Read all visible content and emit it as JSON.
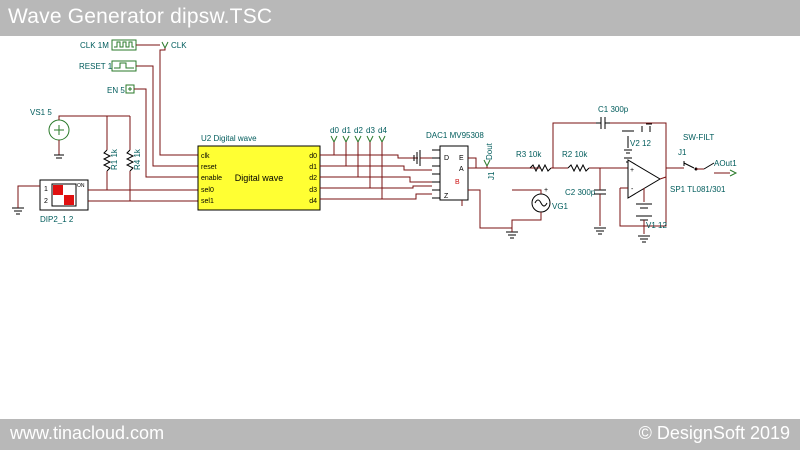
{
  "title": "Wave Generator dipsw.TSC",
  "footer": {
    "left": "www.tinacloud.com",
    "right": "© DesignSoft 2019"
  },
  "schematic": {
    "clk_source": "CLK 1M",
    "clk_net": "CLK",
    "reset_source": "RESET 1",
    "en_source": "EN 5",
    "vs1": "VS1 5",
    "r1": "R1 1k",
    "r4": "R4 1k",
    "dip_label": "DIP2_1 2",
    "dip_pin1": "1",
    "dip_pin2": "2",
    "dip_on": "ON",
    "u2_title": "U2 Digital wave",
    "u2_body": "Digital wave",
    "u2_inputs": [
      "clk",
      "reset",
      "enable",
      "sel0",
      "sel1"
    ],
    "u2_outputs": [
      "d0",
      "d1",
      "d2",
      "d3",
      "d4"
    ],
    "probes": [
      "d0",
      "d1",
      "d2",
      "d3",
      "d4"
    ],
    "dac_title": "DAC1 MV95308",
    "dac_pins": [
      "D",
      "E",
      "A",
      "B",
      "Z"
    ],
    "dout": "Dout",
    "j1": "J1",
    "r3": "R3 10k",
    "r2": "R2 10k",
    "c1": "C1 300p",
    "c2": "C2 300p",
    "v2": "V2 12",
    "v1": "V1 12",
    "op_amp": "SP1 TL081/301",
    "vg1": "VG1",
    "sw": "SW-FILT",
    "sw_j1": "J1",
    "aout": "AOut1",
    "plus": "+",
    "minus": "-"
  }
}
